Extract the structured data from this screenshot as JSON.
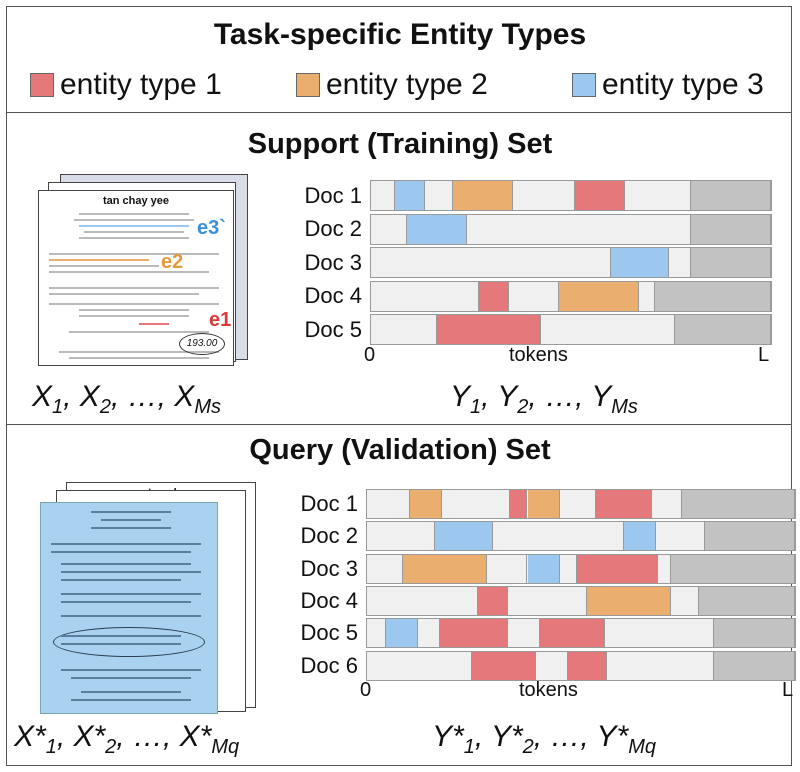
{
  "header": {
    "title": "Task-specific Entity Types",
    "legend": [
      {
        "label": "entity type 1",
        "color": "#e5787a"
      },
      {
        "label": "entity type 2",
        "color": "#eaaf6e"
      },
      {
        "label": "entity type 3",
        "color": "#9cc8f0"
      }
    ]
  },
  "colors": {
    "t1": "#e5787a",
    "t2": "#eaaf6e",
    "t3": "#9cc8f0",
    "empty": "#f0f0f0",
    "pad": "#c2c2c2"
  },
  "support": {
    "title": "Support (Training) Set",
    "formula_x": [
      "X",
      "1",
      ", X",
      "2",
      ", …, X",
      "Ms"
    ],
    "formula_y": [
      "Y",
      "1",
      ", Y",
      "2",
      ", …, Y",
      "Ms"
    ],
    "axis": {
      "start": "0",
      "middle": "tokens",
      "end": "L"
    },
    "receipt": {
      "name": "tan chay yee",
      "tags": [
        "e3`",
        "e2",
        "e1"
      ],
      "total": "193.00"
    },
    "docs": [
      {
        "label": "Doc 1",
        "segments": [
          [
            "e",
            0.06
          ],
          [
            "t3",
            0.075
          ],
          [
            "e",
            0.07
          ],
          [
            "t2",
            0.15
          ],
          [
            "e",
            0.155
          ],
          [
            "t1",
            0.125
          ],
          [
            "e",
            0.165
          ],
          [
            "p",
            0.2
          ]
        ]
      },
      {
        "label": "Doc 2",
        "segments": [
          [
            "e",
            0.09
          ],
          [
            "t3",
            0.15
          ],
          [
            "e",
            0.56
          ],
          [
            "p",
            0.2
          ]
        ]
      },
      {
        "label": "Doc 3",
        "segments": [
          [
            "e",
            0.6
          ],
          [
            "t3",
            0.145
          ],
          [
            "e",
            0.055
          ],
          [
            "p",
            0.2
          ]
        ]
      },
      {
        "label": "Doc 4",
        "segments": [
          [
            "e",
            0.27
          ],
          [
            "t1",
            0.075
          ],
          [
            "e",
            0.125
          ],
          [
            "t2",
            0.2
          ],
          [
            "e",
            0.04
          ],
          [
            "p",
            0.29
          ]
        ]
      },
      {
        "label": "Doc 5",
        "segments": [
          [
            "e",
            0.165
          ],
          [
            "t1",
            0.26
          ],
          [
            "e",
            0.335
          ],
          [
            "p",
            0.24
          ]
        ]
      }
    ]
  },
  "query": {
    "title": "Query (Validation) Set",
    "formula_x": [
      "X*",
      "1",
      ", X*",
      "2",
      ", …, X*",
      "Mq"
    ],
    "formula_y": [
      "Y*",
      "1",
      ", Y*",
      "2",
      ", …, Y*",
      "Mq"
    ],
    "axis": {
      "start": "0",
      "middle": "tokens",
      "end": "L"
    },
    "receipt": {
      "name": "tan chay yee"
    },
    "docs": [
      {
        "label": "Doc 1",
        "segments": [
          [
            "e",
            0.1
          ],
          [
            "t2",
            0.075
          ],
          [
            "e",
            0.16
          ],
          [
            "t1",
            0.04
          ],
          [
            "t2",
            0.075
          ],
          [
            "e",
            0.085
          ],
          [
            "t1",
            0.13
          ],
          [
            "e",
            0.07
          ],
          [
            "p",
            0.265
          ]
        ]
      },
      {
        "label": "Doc 2",
        "segments": [
          [
            "e",
            0.16
          ],
          [
            "t3",
            0.135
          ],
          [
            "e",
            0.305
          ],
          [
            "t3",
            0.075
          ],
          [
            "e",
            0.115
          ],
          [
            "p",
            0.21
          ]
        ]
      },
      {
        "label": "Doc 3",
        "segments": [
          [
            "e",
            0.085
          ],
          [
            "t2",
            0.195
          ],
          [
            "e",
            0.095
          ],
          [
            "t3",
            0.075
          ],
          [
            "e",
            0.04
          ],
          [
            "t1",
            0.19
          ],
          [
            "e",
            0.03
          ],
          [
            "p",
            0.29
          ]
        ]
      },
      {
        "label": "Doc 4",
        "segments": [
          [
            "e",
            0.26
          ],
          [
            "t1",
            0.07
          ],
          [
            "e",
            0.185
          ],
          [
            "t2",
            0.195
          ],
          [
            "e",
            0.065
          ],
          [
            "p",
            0.225
          ]
        ]
      },
      {
        "label": "Doc 5",
        "segments": [
          [
            "e",
            0.045
          ],
          [
            "t3",
            0.075
          ],
          [
            "e",
            0.05
          ],
          [
            "t1",
            0.16
          ],
          [
            "e",
            0.075
          ],
          [
            "t1",
            0.15
          ],
          [
            "e",
            0.255
          ],
          [
            "p",
            0.19
          ]
        ]
      },
      {
        "label": "Doc 6",
        "segments": [
          [
            "e",
            0.245
          ],
          [
            "t1",
            0.15
          ],
          [
            "e",
            0.075
          ],
          [
            "t1",
            0.09
          ],
          [
            "e",
            0.25
          ],
          [
            "p",
            0.19
          ]
        ]
      }
    ]
  }
}
